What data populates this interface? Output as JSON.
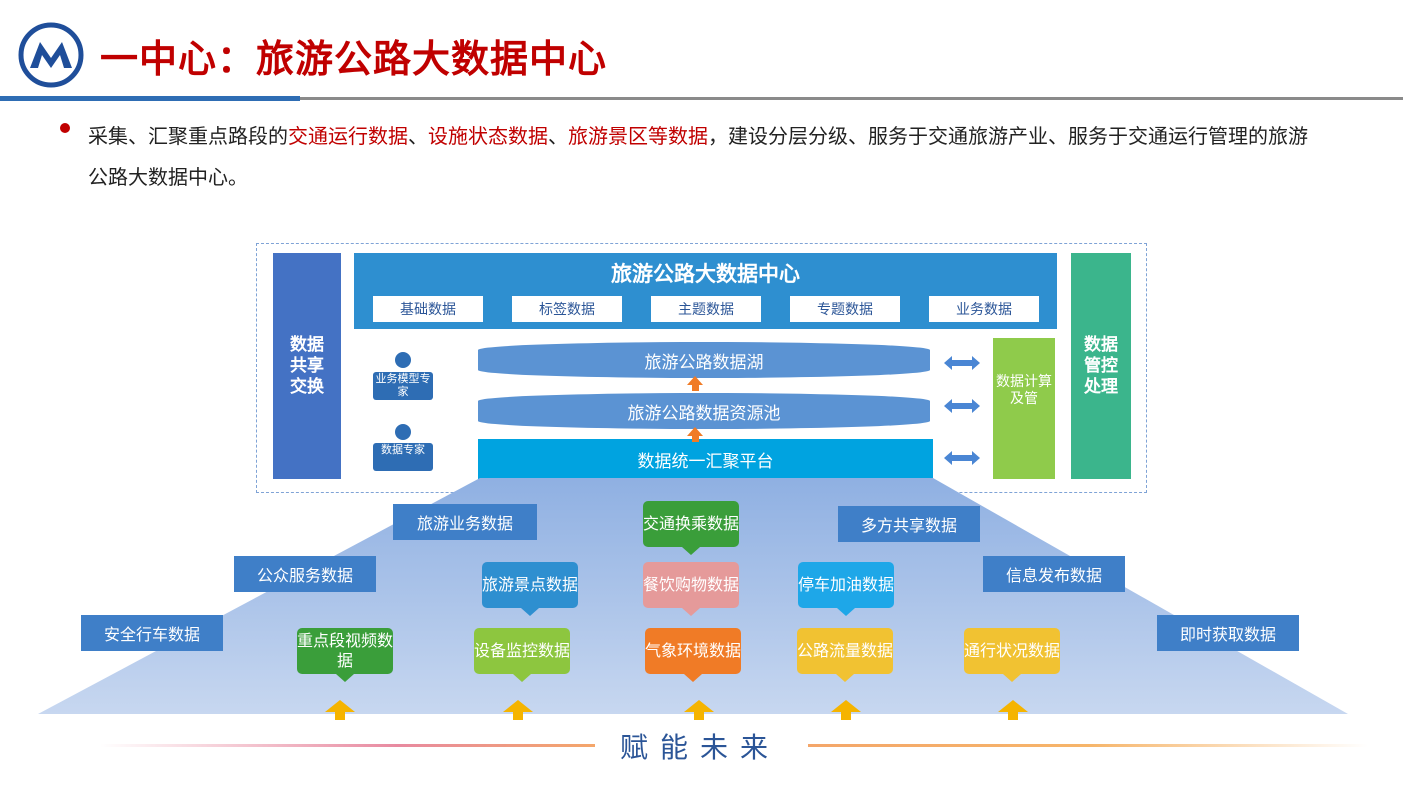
{
  "header": {
    "title": "一中心：旅游公路大数据中心"
  },
  "bullet": {
    "prefix": "采集、汇聚重点路段的",
    "hl1": "交通运行数据",
    "sep1": "、",
    "hl2": "设施状态数据",
    "sep2": "、",
    "hl3": "旅游景区等数据",
    "suffix": "，建设分层分级、服务于交通旅游产业、服务于交通运行管理的旅游公路大数据中心。"
  },
  "center": {
    "title": "旅游公路大数据中心",
    "categories": [
      "基础数据",
      "标签数据",
      "主题数据",
      "专题数据",
      "业务数据"
    ],
    "lake": "旅游公路数据湖",
    "pool": "旅游公路数据资源池",
    "platform": "数据统一汇聚平台",
    "left_col": "数据共享交换",
    "right_col": "数据管控处理",
    "compute": "数据计算及管",
    "expert_model": "业务模型专家",
    "expert_data": "数据专家"
  },
  "pyramid": {
    "side_labels": {
      "r1_left": "旅游业务数据",
      "r1_right": "多方共享数据",
      "r2_left": "公众服务数据",
      "r2_right": "信息发布数据",
      "r3_left": "安全行车数据",
      "r3_right": "即时获取数据"
    },
    "bubbles": {
      "transfer": "交通换乘数据",
      "scenic": "旅游景点数据",
      "dining": "餐饮购物数据",
      "parking": "停车加油数据",
      "video": "重点段视频数据",
      "monitor": "设备监控数据",
      "weather": "气象环境数据",
      "flow": "公路流量数据",
      "traffic": "通行状况数据"
    },
    "footer": "赋能未来"
  },
  "colors": {
    "title_red": "#c00000",
    "blue": "#4472c4",
    "green": "#3bb58c",
    "sky": "#2e8fd0"
  }
}
